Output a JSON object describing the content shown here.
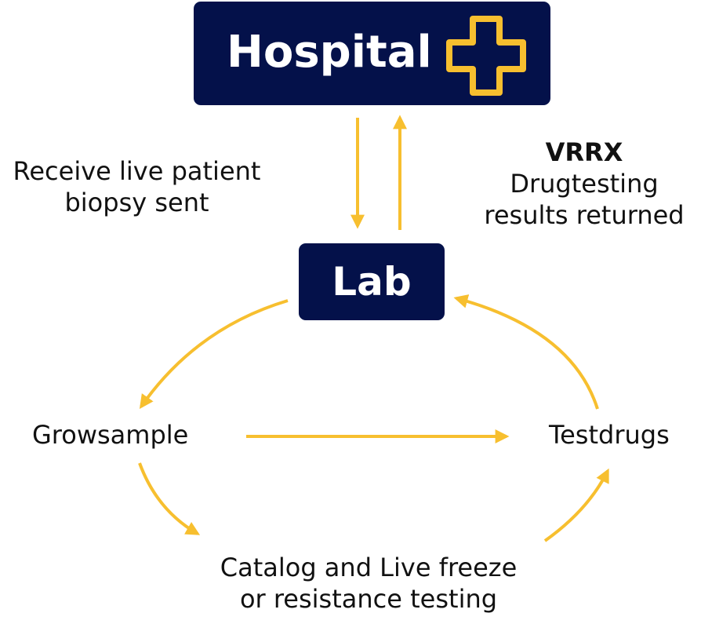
{
  "nodes": {
    "hospital": "Hospital",
    "lab": "Lab",
    "grow": "Growsample",
    "test": "Testdrugs",
    "catalog_line1": "Catalog and Live freeze",
    "catalog_line2": "or resistance testing"
  },
  "edge_labels": {
    "receive_line1": "Receive live patient",
    "receive_line2": "biopsy sent",
    "vrrx": "VRRX",
    "results_line1": "Drugtesting",
    "results_line2": "results returned"
  },
  "colors": {
    "box": "#04114a",
    "arrow": "#f7bf2f",
    "text": "#111111"
  },
  "icons": {
    "hospital_icon": "plus-cross-icon"
  }
}
